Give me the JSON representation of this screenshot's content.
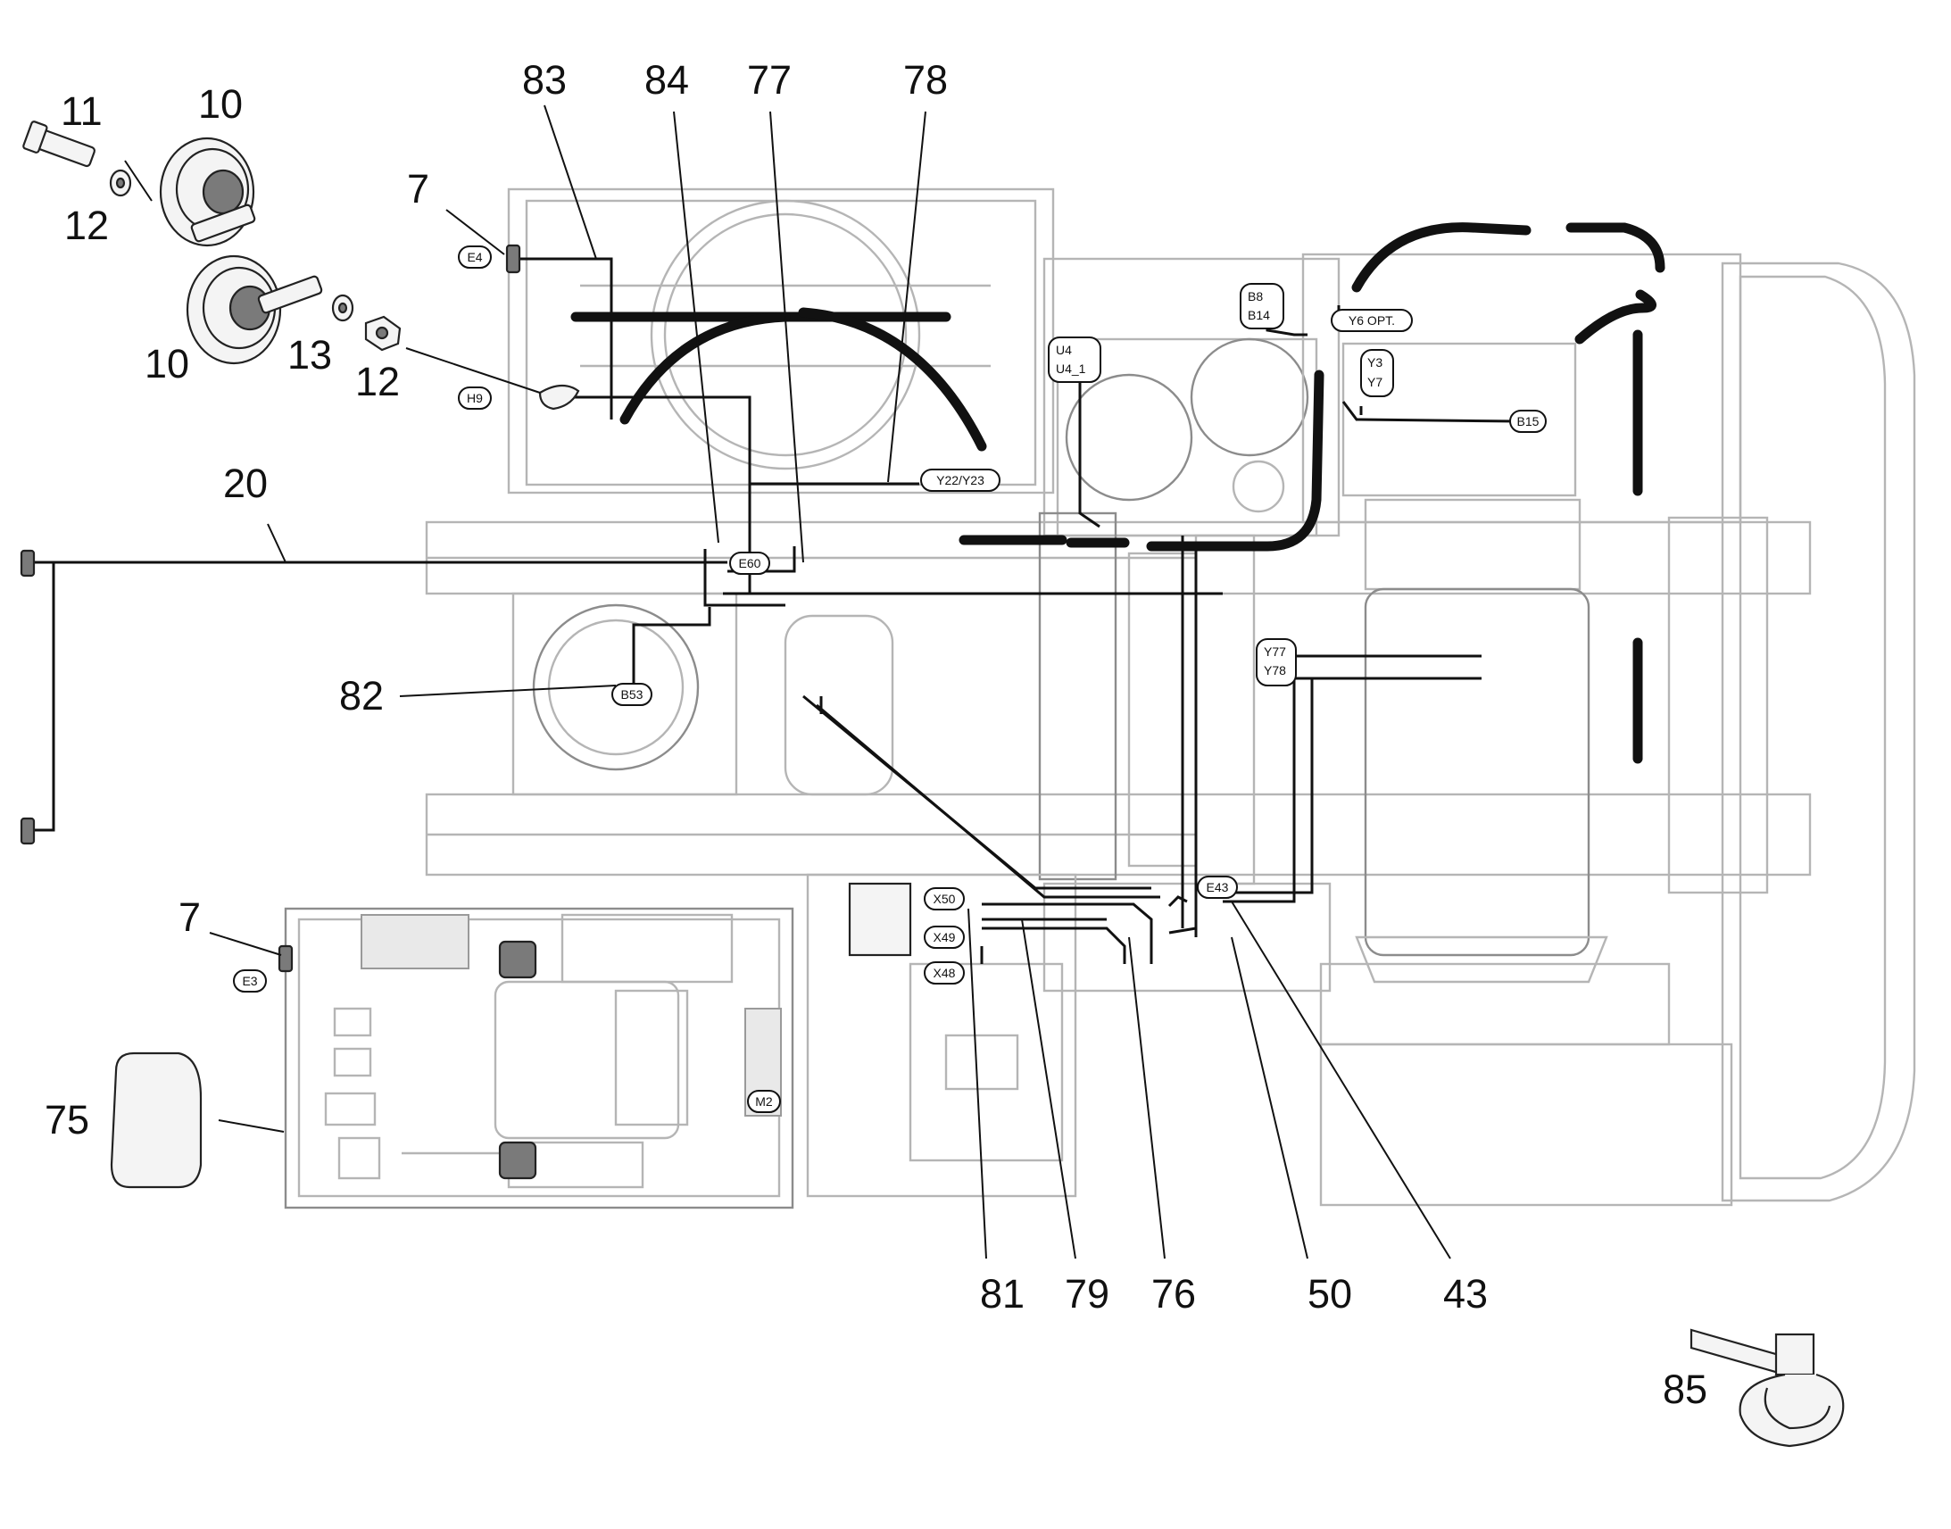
{
  "part_numbers": {
    "p83": "83",
    "p84": "84",
    "p77": "77",
    "p78": "78",
    "p11": "11",
    "p10a": "10",
    "p12a": "12",
    "p10b": "10",
    "p13": "13",
    "p12b": "12",
    "p7a": "7",
    "p20": "20",
    "p82": "82",
    "p7b": "7",
    "p75": "75",
    "p81": "81",
    "p79": "79",
    "p76": "76",
    "p50": "50",
    "p43": "43",
    "p85": "85"
  },
  "component_tags": {
    "E4": "E4",
    "H9": "H9",
    "E60": "E60",
    "B53": "B53",
    "E3": "E3",
    "M2": "M2",
    "Y22_Y23": "Y22/Y23",
    "U4": "U4",
    "U4_1": "U4_1",
    "B8": "B8",
    "B14": "B14",
    "Y6": "Y6 OPT.",
    "Y3": "Y3",
    "Y7": "Y7",
    "B15": "B15",
    "Y77": "Y77",
    "Y78": "Y78",
    "E43": "E43",
    "X50": "X50",
    "X49": "X49",
    "X48": "X48"
  }
}
